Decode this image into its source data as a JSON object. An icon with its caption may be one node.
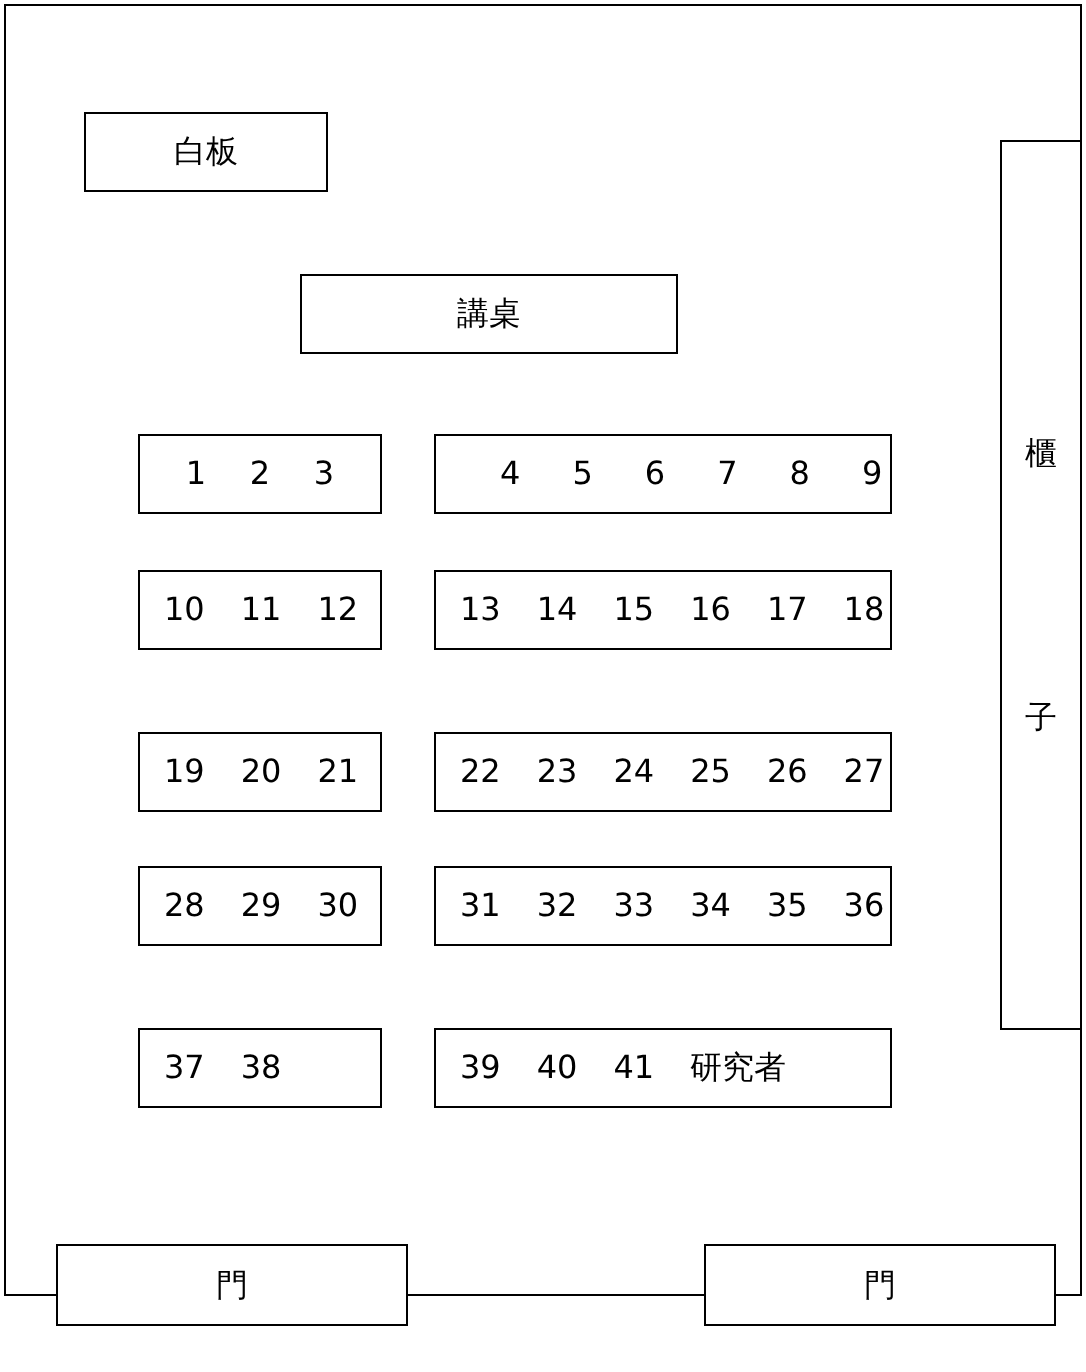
{
  "diagram": {
    "nodes": [
      {
        "text": [
          "白板"
        ]
      },
      {
        "text": [
          "講桌"
        ]
      },
      {
        "text": [
          "櫃子"
        ]
      },
      {
        "text": [
          "1",
          "2",
          "3"
        ]
      },
      {
        "text": [
          "4",
          "5",
          "6",
          "7",
          "8",
          "9"
        ]
      },
      {
        "text": [
          "10",
          "11",
          "12"
        ]
      },
      {
        "text": [
          "13",
          "14",
          "15",
          "16",
          "17",
          "18"
        ]
      },
      {
        "text": [
          "19",
          "20",
          "21"
        ]
      },
      {
        "text": [
          "22",
          "23",
          "24",
          "25",
          "26",
          "27"
        ]
      },
      {
        "text": [
          "28",
          "29",
          "30"
        ]
      },
      {
        "text": [
          "31",
          "32",
          "33",
          "34",
          "35",
          "36"
        ]
      },
      {
        "text": [
          "37",
          "38"
        ]
      },
      {
        "text": [
          "39",
          "40",
          "41",
          "研究者"
        ]
      },
      {
        "text": [
          "門"
        ]
      },
      {
        "text": [
          "門"
        ]
      }
    ]
  }
}
